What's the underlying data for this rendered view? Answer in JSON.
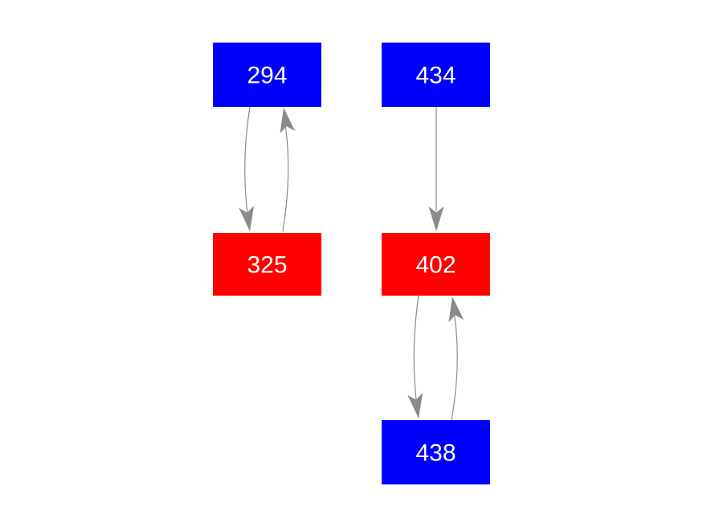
{
  "diagram": {
    "background_color": "#ffffff",
    "edge_color": "#8a8a8a",
    "nodes": [
      {
        "id": "294",
        "label": "294",
        "fill": "#0000ff",
        "text_color": "#ffffff"
      },
      {
        "id": "434",
        "label": "434",
        "fill": "#0000ff",
        "text_color": "#ffffff"
      },
      {
        "id": "325",
        "label": "325",
        "fill": "#ff0000",
        "text_color": "#ffffff"
      },
      {
        "id": "402",
        "label": "402",
        "fill": "#ff0000",
        "text_color": "#ffffff"
      },
      {
        "id": "438",
        "label": "438",
        "fill": "#0000ff",
        "text_color": "#ffffff"
      }
    ],
    "edges": [
      {
        "from": "294",
        "to": "325",
        "shape": "curved",
        "arrow": "to"
      },
      {
        "from": "325",
        "to": "294",
        "shape": "curved",
        "arrow": "to"
      },
      {
        "from": "434",
        "to": "402",
        "shape": "straight",
        "arrow": "to"
      },
      {
        "from": "402",
        "to": "438",
        "shape": "curved",
        "arrow": "to"
      },
      {
        "from": "438",
        "to": "402",
        "shape": "curved",
        "arrow": "to"
      }
    ]
  }
}
